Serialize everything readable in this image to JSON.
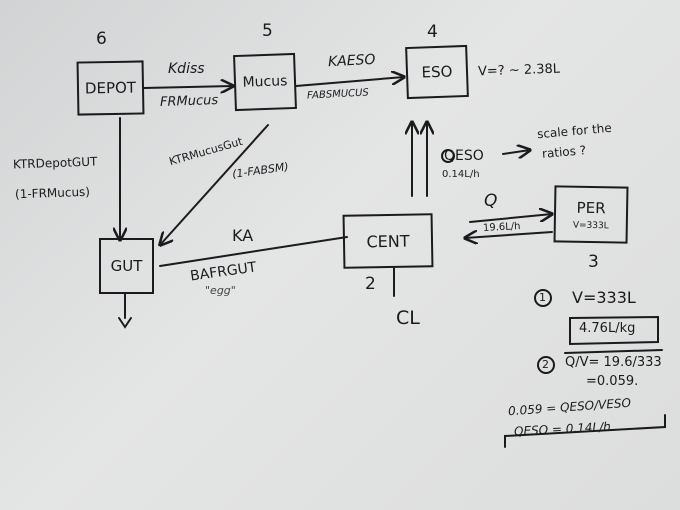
{
  "compartments": {
    "depot": {
      "label": "DEPOT",
      "number": "6"
    },
    "mucus": {
      "label": "Mucus",
      "number": "5"
    },
    "eso": {
      "label": "ESO",
      "number": "4"
    },
    "gut": {
      "label": "GUT"
    },
    "cent": {
      "label": "CENT",
      "number": "2"
    },
    "per": {
      "label": "PER",
      "volume": "V=333L",
      "number": "3"
    }
  },
  "flows": {
    "depot_mucus_top": "Kdiss",
    "depot_mucus_bottom": "FRMucus",
    "mucus_eso_top": "KAESO",
    "mucus_eso_bottom": "FABSMUCUS",
    "depot_gut_1": "KTRDepotGUT",
    "depot_gut_2": "(1-FRMucus)",
    "mucus_gut_1": "KTRMucusGut",
    "mucus_gut_2": "(1-FABSM)",
    "gut_cent_top": "KA",
    "gut_cent_bottom": "BAFRGUT",
    "gut_cent_scribble": "\"egg\"",
    "cent_eso": "QESO",
    "cent_eso_value": "0.14L/h",
    "cent_per": "Q",
    "cent_per_value": "19.6L/h",
    "clearance": "CL"
  },
  "notes": {
    "eso_volume": "V=? ~ 2.38L",
    "scale_note_1": "scale for the",
    "scale_note_2": "ratios ?",
    "item1_marker": "1",
    "item1_text": "V=333L",
    "item1_boxed": "4.76L/kg",
    "item2_marker": "2",
    "item2_text": "Q/V= 19.6/333",
    "item2_result": "=0.059.",
    "equation": "0.059 = QESO/VESO",
    "equation_result": "QESO = 0.14L/h"
  }
}
